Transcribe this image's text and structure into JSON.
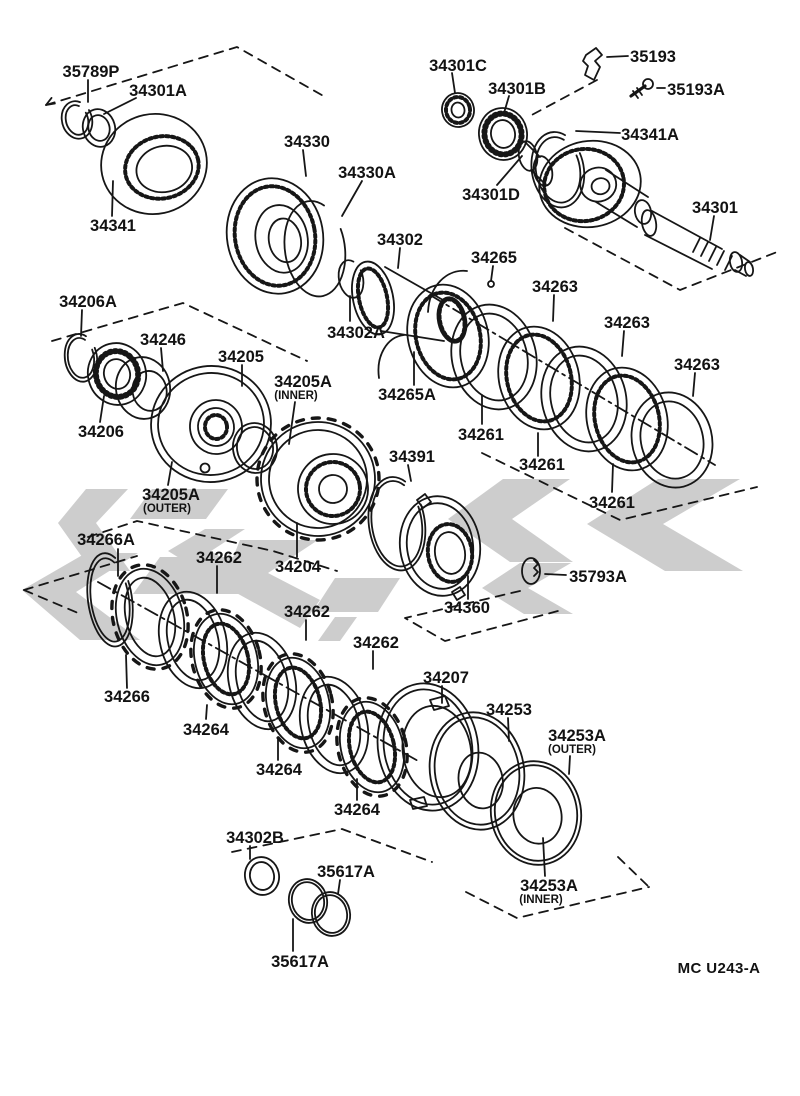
{
  "page": {
    "background": "#ffffff",
    "line_color": "#161616",
    "watermark_color": "#cdcdcd",
    "footer_code": "MC U243-A"
  },
  "labels": [
    {
      "id": "35789P",
      "text": "35789P"
    },
    {
      "id": "34301A",
      "text": "34301A"
    },
    {
      "id": "34341",
      "text": "34341"
    },
    {
      "id": "34330",
      "text": "34330"
    },
    {
      "id": "34330A",
      "text": "34330A"
    },
    {
      "id": "34302",
      "text": "34302"
    },
    {
      "id": "34302A",
      "text": "34302A"
    },
    {
      "id": "34301C",
      "text": "34301C"
    },
    {
      "id": "34301B",
      "text": "34301B"
    },
    {
      "id": "35193",
      "text": "35193"
    },
    {
      "id": "35193A",
      "text": "35193A"
    },
    {
      "id": "34341A",
      "text": "34341A"
    },
    {
      "id": "34301D",
      "text": "34301D"
    },
    {
      "id": "34301",
      "text": "34301"
    },
    {
      "id": "34265",
      "text": "34265"
    },
    {
      "id": "34263-1",
      "text": "34263"
    },
    {
      "id": "34263-2",
      "text": "34263"
    },
    {
      "id": "34263-3",
      "text": "34263"
    },
    {
      "id": "34265A",
      "text": "34265A"
    },
    {
      "id": "34261-1",
      "text": "34261"
    },
    {
      "id": "34261-2",
      "text": "34261"
    },
    {
      "id": "34261-3",
      "text": "34261"
    },
    {
      "id": "34206A",
      "text": "34206A"
    },
    {
      "id": "34246",
      "text": "34246"
    },
    {
      "id": "34205",
      "text": "34205"
    },
    {
      "id": "34205A-inner",
      "text": "34205A",
      "sub": "(INNER)"
    },
    {
      "id": "34206",
      "text": "34206"
    },
    {
      "id": "34205A-outer",
      "text": "34205A",
      "sub": "(OUTER)"
    },
    {
      "id": "34391",
      "text": "34391"
    },
    {
      "id": "34204",
      "text": "34204"
    },
    {
      "id": "34360",
      "text": "34360"
    },
    {
      "id": "35793A",
      "text": "35793A"
    },
    {
      "id": "34266A",
      "text": "34266A"
    },
    {
      "id": "34262-1",
      "text": "34262"
    },
    {
      "id": "34262-2",
      "text": "34262"
    },
    {
      "id": "34262-3",
      "text": "34262"
    },
    {
      "id": "34266",
      "text": "34266"
    },
    {
      "id": "34264-1",
      "text": "34264"
    },
    {
      "id": "34264-2",
      "text": "34264"
    },
    {
      "id": "34264-3",
      "text": "34264"
    },
    {
      "id": "34207",
      "text": "34207"
    },
    {
      "id": "34253",
      "text": "34253"
    },
    {
      "id": "34253A-outer",
      "text": "34253A",
      "sub": "(OUTER)"
    },
    {
      "id": "34302B",
      "text": "34302B"
    },
    {
      "id": "35617A-top",
      "text": "35617A"
    },
    {
      "id": "35617A-bottom",
      "text": "35617A"
    },
    {
      "id": "34253A-inner",
      "text": "34253A",
      "sub": "(INNER)"
    }
  ]
}
